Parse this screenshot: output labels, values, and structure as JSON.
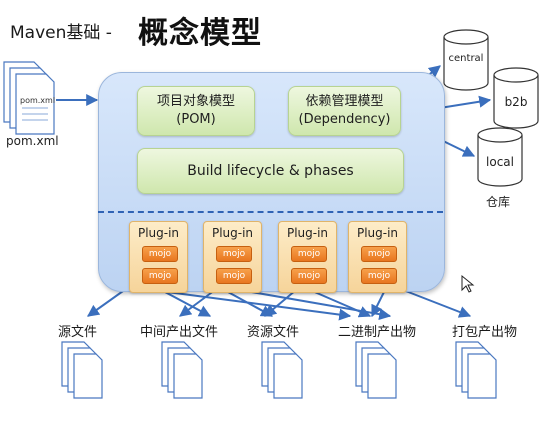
{
  "header": {
    "subtitle": "Maven基础 -",
    "title": "概念模型"
  },
  "pom": {
    "doc_label": "pom.xml",
    "caption": "pom.xml"
  },
  "core": {
    "project_model": {
      "line1": "项目对象模型",
      "line2": "(POM)"
    },
    "dependency_model": {
      "line1": "依赖管理模型",
      "line2": "(Dependency)"
    },
    "lifecycle": "Build lifecycle & phases",
    "plugins": [
      {
        "label": "Plug-in",
        "mojos": [
          "mojo",
          "mojo"
        ]
      },
      {
        "label": "Plug-in",
        "mojos": [
          "mojo",
          "mojo"
        ]
      },
      {
        "label": "Plug-in",
        "mojos": [
          "mojo",
          "mojo"
        ]
      },
      {
        "label": "Plug-in",
        "mojos": [
          "mojo",
          "mojo"
        ]
      }
    ]
  },
  "repositories": {
    "central": "central",
    "b2b": "b2b",
    "local": "local",
    "caption": "仓库"
  },
  "outputs": [
    "源文件",
    "中间产出文件",
    "资源文件",
    "二进制产出物",
    "打包产出物"
  ],
  "colors": {
    "arrow": "#3b6fbd",
    "core_bg": "#c9dcf6",
    "green_box": "#d9edbf",
    "plugin_bg": "#fbe0b0",
    "mojo": "#ee8a2c"
  }
}
